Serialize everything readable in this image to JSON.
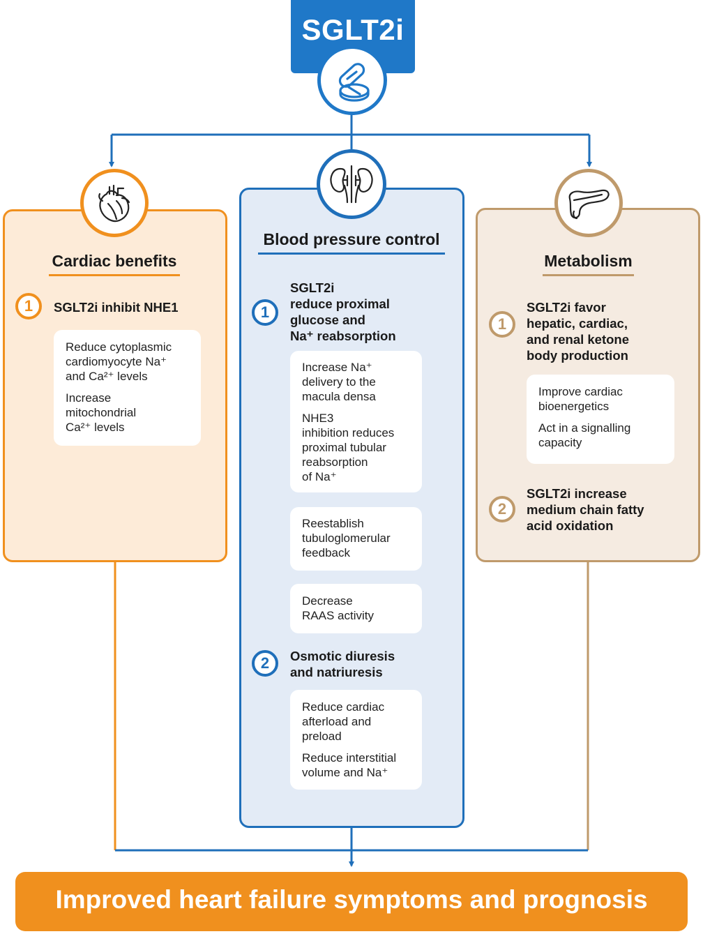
{
  "top": {
    "title": "SGLT2i"
  },
  "colors": {
    "orange": "#f0901e",
    "blue": "#1f6fba",
    "tan": "#bf9a6b",
    "top_blue": "#1f78c8"
  },
  "cardiac": {
    "title": "Cardiac benefits",
    "icon": "heart-icon",
    "s1": {
      "num": "1",
      "head": "SGLT2i inhibit NHE1",
      "items": [
        "Reduce cytoplasmic\ncardiomyocyte Na⁺\nand Ca²⁺ levels",
        "Increase\nmitochondrial\nCa²⁺ levels"
      ]
    }
  },
  "bp": {
    "title": "Blood pressure control",
    "icon": "kidney-icon",
    "s1": {
      "num": "1",
      "head": "SGLT2i\nreduce proximal\nglucose and\nNa⁺ reabsorption",
      "items": [
        "Increase Na⁺\ndelivery to the\nmacula densa",
        "NHE3\ninhibition reduces\nproximal tubular\nreabsorption\nof Na⁺",
        "Reestablish\ntubuloglomerular\nfeedback",
        "Decrease\nRAAS activity"
      ]
    },
    "s2": {
      "num": "2",
      "head": "Osmotic diuresis\nand natriuresis",
      "items": [
        "Reduce cardiac\nafterload and\npreload",
        "Reduce interstitial\nvolume and Na⁺"
      ]
    }
  },
  "metab": {
    "title": "Metabolism",
    "icon": "pancreas-icon",
    "s1": {
      "num": "1",
      "head": "SGLT2i favor\nhepatic, cardiac,\nand renal ketone\nbody production",
      "items": [
        "Improve cardiac\nbioenergetics",
        "Act in a signalling\ncapacity"
      ]
    },
    "s2": {
      "num": "2",
      "head": "SGLT2i increase\nmedium chain fatty\nacid oxidation"
    }
  },
  "bottom": {
    "text": "Improved heart failure symptoms and prognosis"
  }
}
